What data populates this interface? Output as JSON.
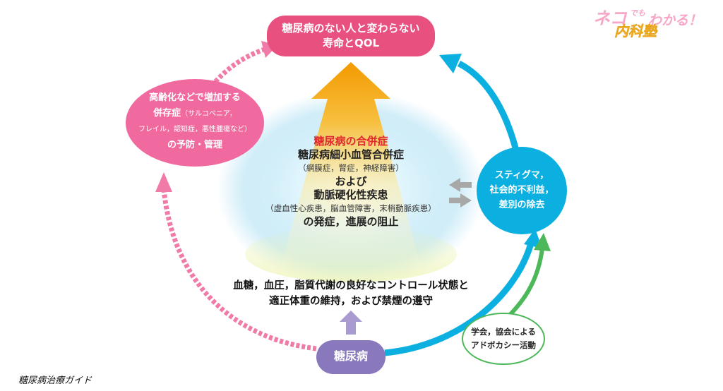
{
  "nodes": {
    "goal": {
      "line1": "糖尿病のない人と変わらない",
      "line2": "寿命とQOL"
    },
    "comorbidity": {
      "line1": "高齢化などで増加する",
      "line2_bold": "併存症",
      "line2_paren": "（サルコペニア，",
      "line3": "フレイル，認知症，悪性腫瘍など）",
      "line4": "の予防・管理"
    },
    "stigma": {
      "line1": "スティグマ，",
      "line2": "社会的不利益，",
      "line3": "差別の除去"
    },
    "diabetes": {
      "label": "糖尿病"
    },
    "advocacy": {
      "line1": "学会，協会による",
      "line2": "アドボカシー活動"
    }
  },
  "center": {
    "title_red": "糖尿病の合併症",
    "micro": "糖尿病細小血管合併症",
    "micro_paren": "（網膜症，腎症，神経障害）",
    "and": "および",
    "macro": "動脈硬化性疾患",
    "macro_paren": "（虚血性心疾患，脳血管障害，末梢動脈疾患）",
    "prevent": "の発症，進展の阻止"
  },
  "control": {
    "line1": "血糖，血圧，脂質代謝の良好なコントロール状態と",
    "line2": "適正体重の維持，および禁煙の遵守"
  },
  "brand": {
    "neko": "ネコ",
    "demo": "でも",
    "wakaru": "わかる！",
    "naika": "内科塾"
  },
  "source": "糖尿病治療ガイド",
  "colors": {
    "goal": "#e85080",
    "pink": "#f06aa0",
    "cyan": "#0bb0e0",
    "purple": "#8a78bd",
    "green": "#4cb85a",
    "gray": "#9e9e9e",
    "orange": "#f2a000"
  }
}
